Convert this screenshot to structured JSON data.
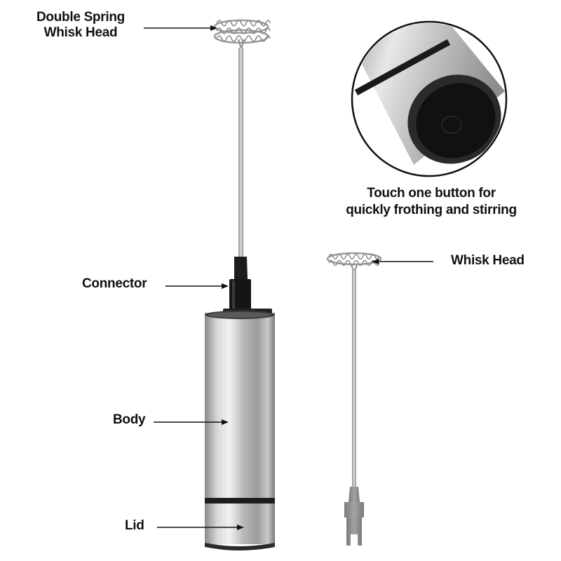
{
  "labels": {
    "double_spring_line1": "Double Spring",
    "double_spring_line2": "Whisk Head",
    "connector": "Connector",
    "body": "Body",
    "lid": "Lid",
    "whisk_head": "Whisk Head"
  },
  "caption": {
    "line1": "Touch one button for",
    "line2": "quickly frothing and stirring"
  },
  "colors": {
    "steel_light": "#e6e6e6",
    "steel_mid": "#b5b5b5",
    "steel_dark": "#7d7d7d",
    "black_plastic": "#1a1a1a",
    "grey_plastic": "#8f8f8f",
    "arrow": "#111111"
  }
}
